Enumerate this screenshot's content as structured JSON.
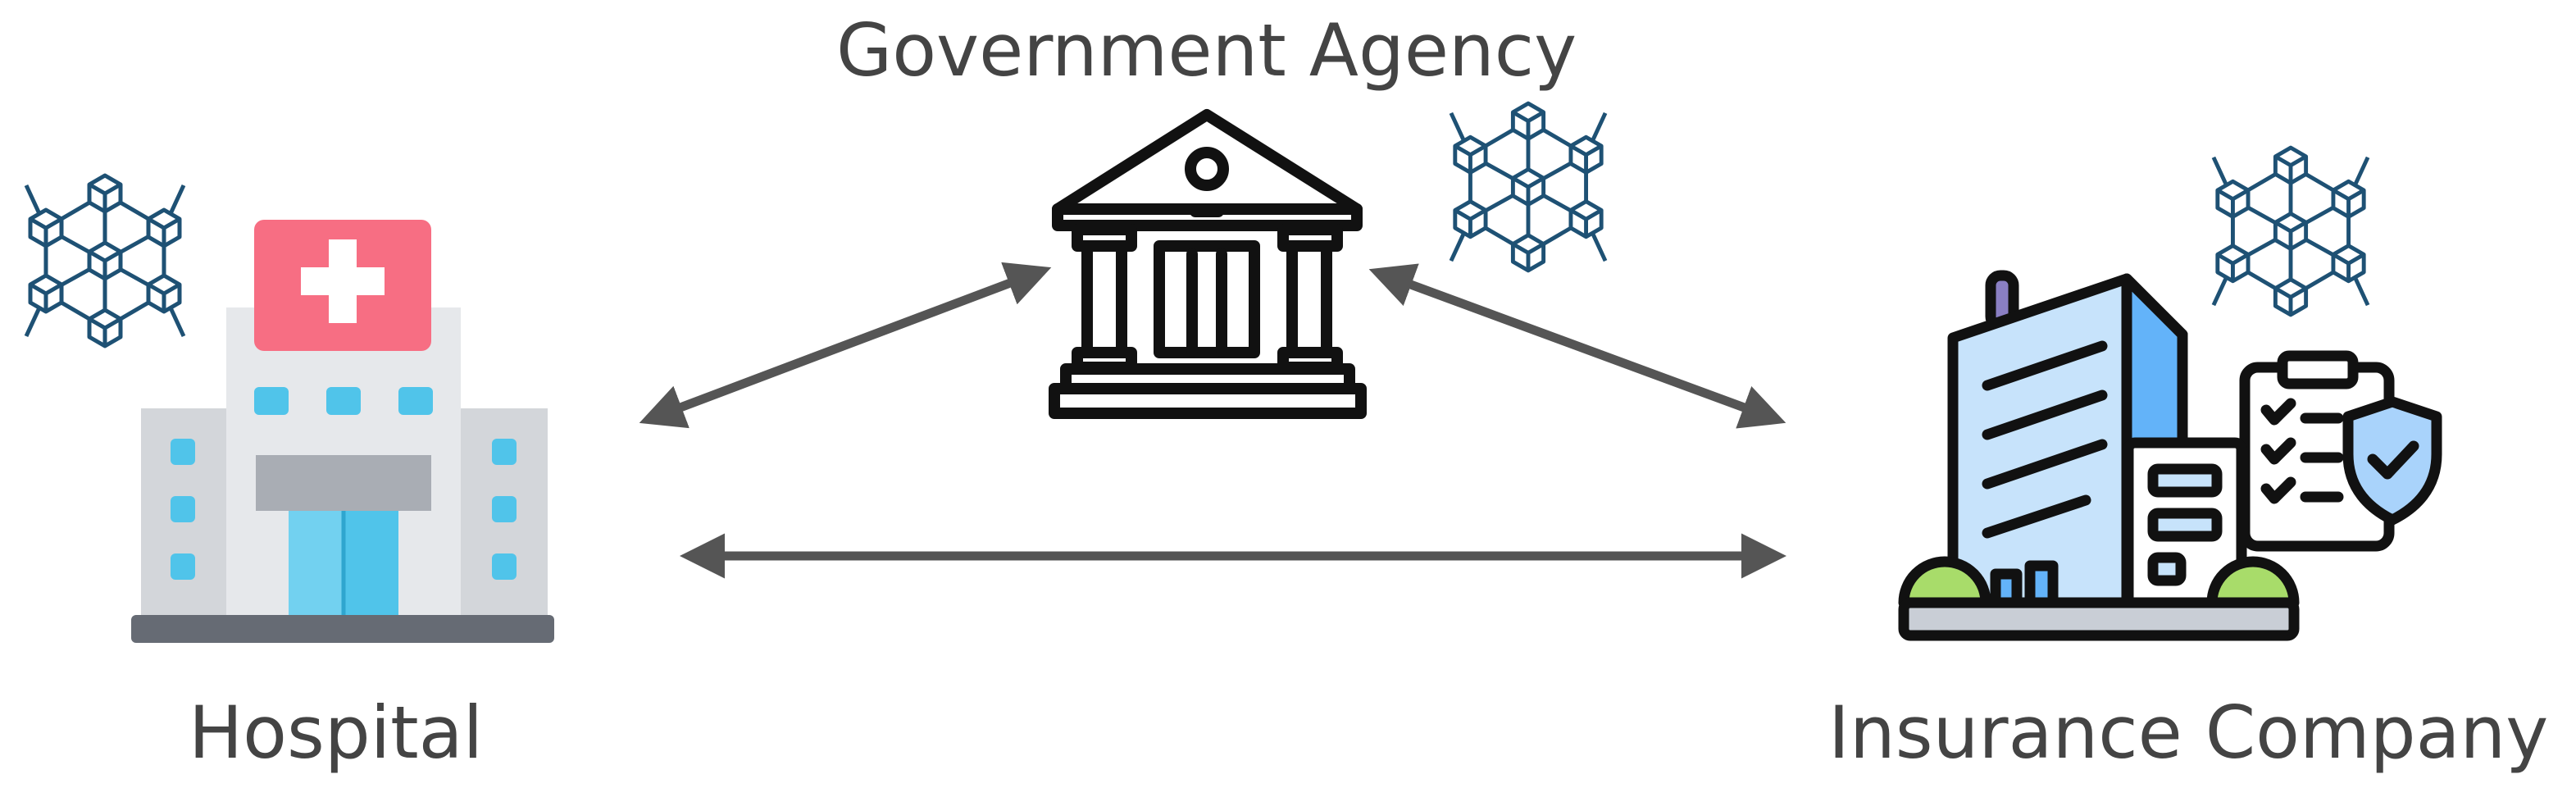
{
  "nodes": {
    "government": {
      "label": "Government Agency"
    },
    "hospital": {
      "label": "Hospital"
    },
    "insurance": {
      "label": "Insurance Company"
    }
  },
  "edges": [
    {
      "from": "hospital",
      "to": "government",
      "direction": "bidirectional"
    },
    {
      "from": "government",
      "to": "insurance",
      "direction": "bidirectional"
    },
    {
      "from": "hospital",
      "to": "insurance",
      "direction": "bidirectional"
    }
  ],
  "icons": {
    "government": "government-building-icon",
    "hospital": "hospital-building-icon",
    "insurance": "insurance-building-icon",
    "blockchain": "blockchain-network-icon"
  },
  "colors": {
    "arrow": "#555555",
    "label": "#444444",
    "blockchain": "#1e5174",
    "hospital_red": "#f76e83",
    "hospital_blue": "#50c4ea",
    "insurance_blue": "#63b3f9",
    "insurance_green": "#a8dc6a"
  }
}
